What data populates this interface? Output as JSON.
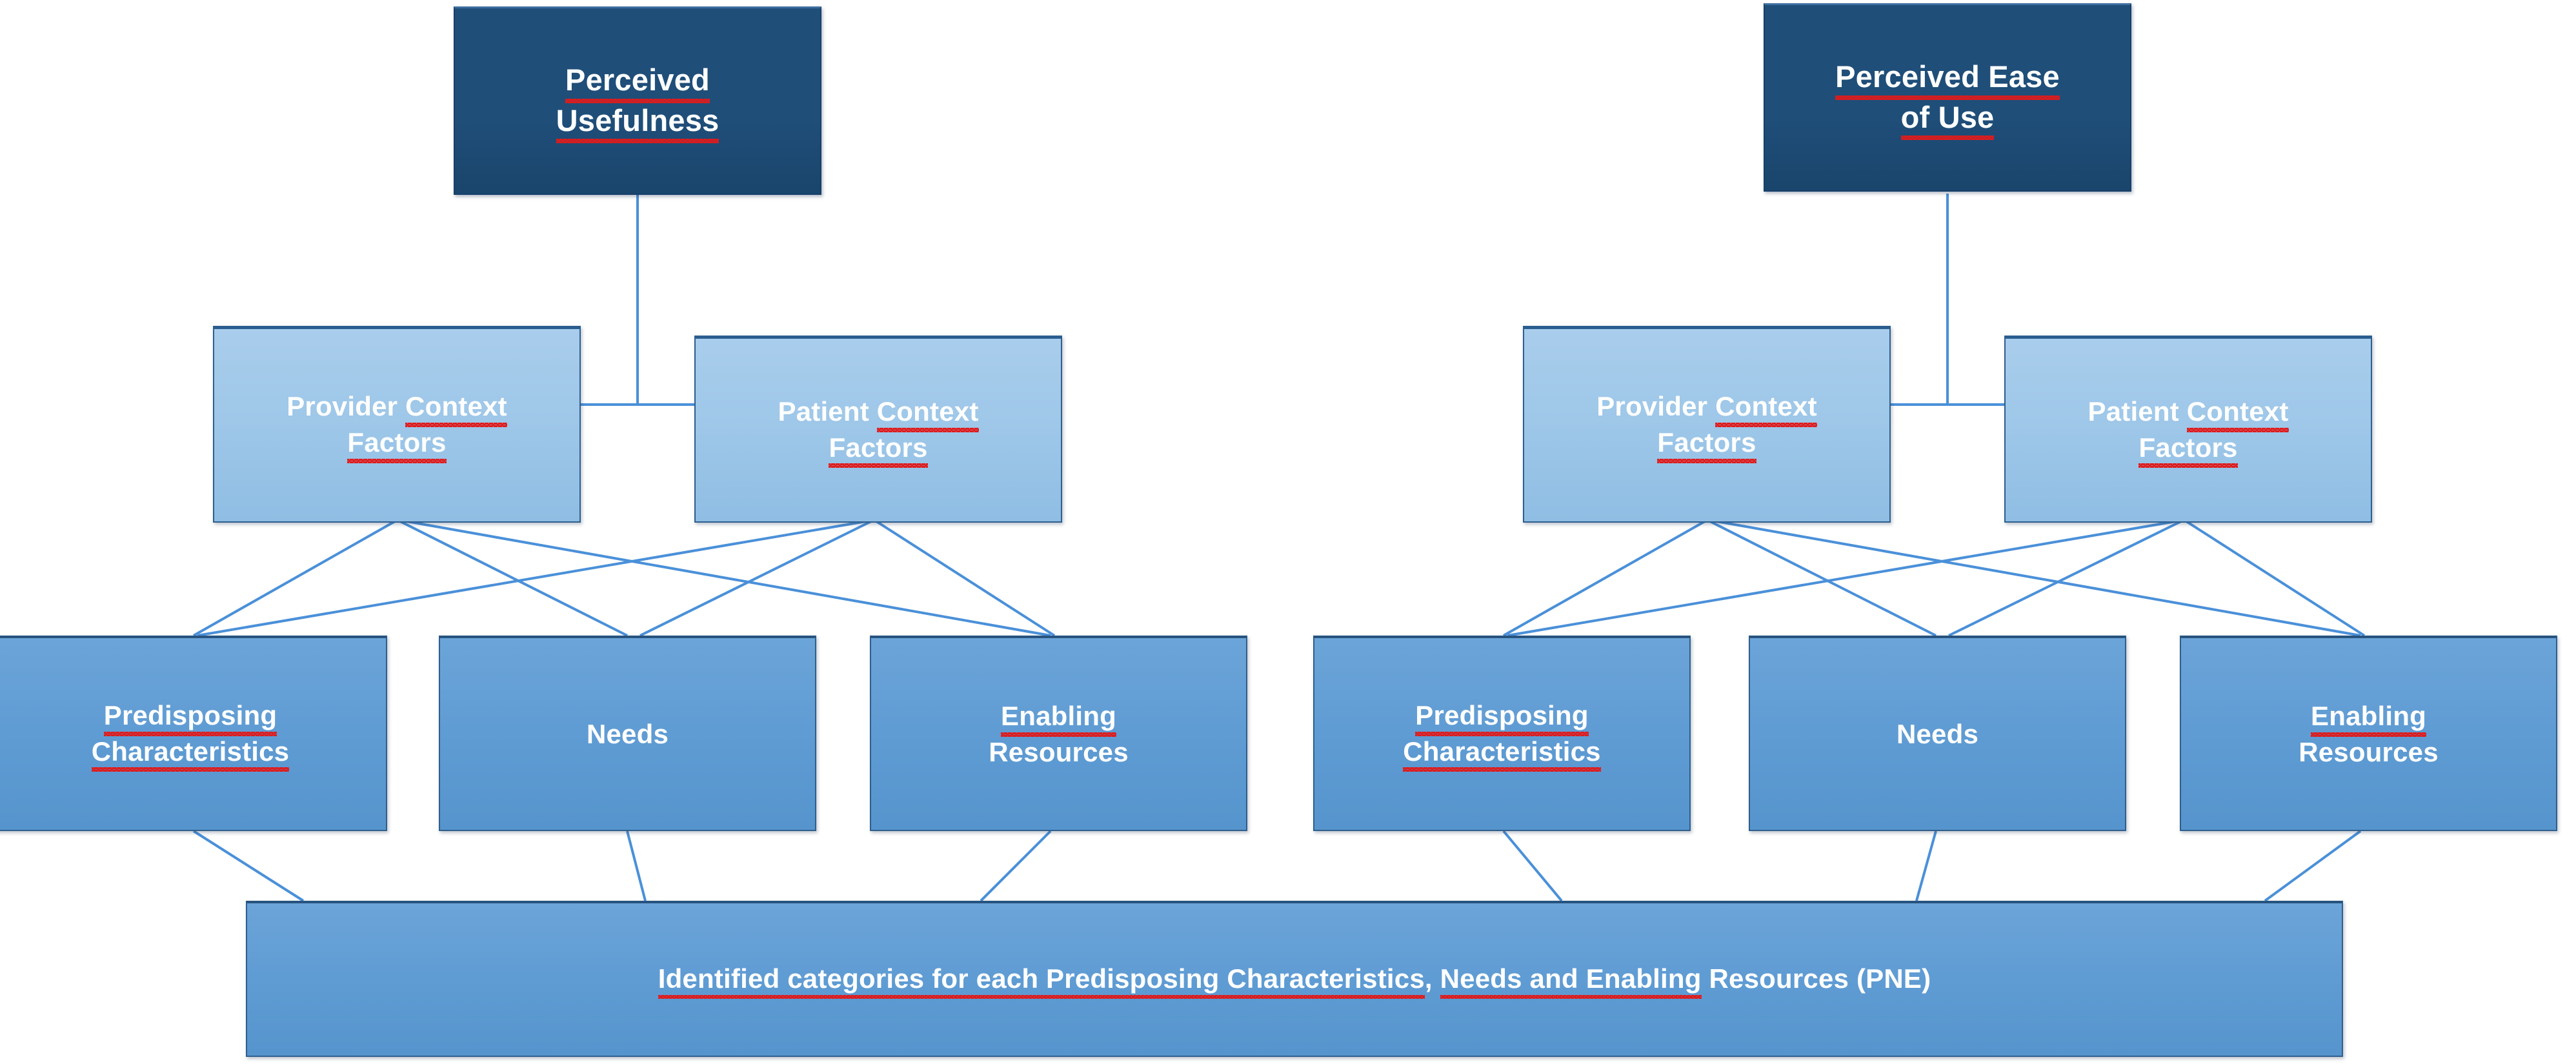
{
  "diagram": {
    "title": "Conceptual framework linking Perceived Usefulness and Perceived Ease of Use to Provider/Patient Context Factors and PNE categories",
    "colors": {
      "perception_fill": "#1f4e79",
      "context_fill": "#9cc6e8",
      "pne_fill": "#5e9bd3",
      "border": "#2f5f8d",
      "connector": "#4a90d9",
      "text": "#ffffff",
      "spellcheck_underline": "#e01b1b",
      "background": "#ffffff"
    },
    "branches": [
      {
        "id": "left",
        "root": {
          "id": "perceived-usefulness",
          "lines": [
            "Perceived",
            "Usefulness"
          ],
          "misspelled": [
            "Perceived",
            "Usefulness"
          ]
        },
        "context": [
          {
            "id": "provider-context-factors-left",
            "lines": [
              "Provider Context",
              "Factors"
            ],
            "misspelled": [
              "Context",
              "Factors"
            ]
          },
          {
            "id": "patient-context-factors-left",
            "lines": [
              "Patient Context",
              "Factors"
            ],
            "misspelled": [
              "Context",
              "Factors"
            ]
          }
        ],
        "pne": [
          {
            "id": "predisposing-characteristics-left",
            "lines": [
              "Predisposing",
              "Characteristics"
            ],
            "misspelled": [
              "Predisposing",
              "Characteristics"
            ]
          },
          {
            "id": "needs-left",
            "lines": [
              "Needs"
            ],
            "misspelled": []
          },
          {
            "id": "enabling-resources-left",
            "lines": [
              "Enabling",
              "Resources"
            ],
            "misspelled": [
              "Enabling"
            ]
          }
        ]
      },
      {
        "id": "right",
        "root": {
          "id": "perceived-ease-of-use",
          "lines": [
            "Perceived Ease",
            "of Use"
          ],
          "misspelled": [
            "Perceived Ease",
            "of Use"
          ]
        },
        "context": [
          {
            "id": "provider-context-factors-right",
            "lines": [
              "Provider Context",
              "Factors"
            ],
            "misspelled": [
              "Context",
              "Factors"
            ]
          },
          {
            "id": "patient-context-factors-right",
            "lines": [
              "Patient Context",
              "Factors"
            ],
            "misspelled": [
              "Context",
              "Factors"
            ]
          }
        ],
        "pne": [
          {
            "id": "predisposing-characteristics-right",
            "lines": [
              "Predisposing",
              "Characteristics"
            ],
            "misspelled": [
              "Predisposing",
              "Characteristics"
            ]
          },
          {
            "id": "needs-right",
            "lines": [
              "Needs"
            ],
            "misspelled": []
          },
          {
            "id": "enabling-resources-right",
            "lines": [
              "Enabling",
              "Resources"
            ],
            "misspelled": [
              "Enabling"
            ]
          }
        ]
      }
    ],
    "summary": {
      "id": "pne-summary-bar",
      "text": "Identified categories for each Predisposing Characteristics, Needs and Enabling Resources (PNE)",
      "segments": [
        {
          "text": "Identified categories for each Predisposing Characteristics",
          "misspelled": true
        },
        {
          "text": ", ",
          "misspelled": false
        },
        {
          "text": "Needs and Enabling",
          "misspelled": true
        },
        {
          "text": " Resources (PNE)",
          "misspelled": false
        }
      ]
    },
    "nodes": {
      "perceived_usefulness_l1": "Perceived",
      "perceived_usefulness_l2": "Usefulness",
      "perceived_ease_l1": "Perceived Ease",
      "perceived_ease_l2": "of Use",
      "provider_l1": "Provider Context",
      "provider_l2": "Factors",
      "patient_l1": "Patient Context",
      "patient_l2": "Factors",
      "predisposing_l1": "Predisposing",
      "predisposing_l2": "Characteristics",
      "needs": "Needs",
      "enabling_l1": "Enabling",
      "enabling_l2": "Resources",
      "summary_a": "Identified categories for each Predisposing Characteristics",
      "summary_b": ", ",
      "summary_c": "Needs and Enabling",
      "summary_d": " Resources (PNE)"
    }
  }
}
